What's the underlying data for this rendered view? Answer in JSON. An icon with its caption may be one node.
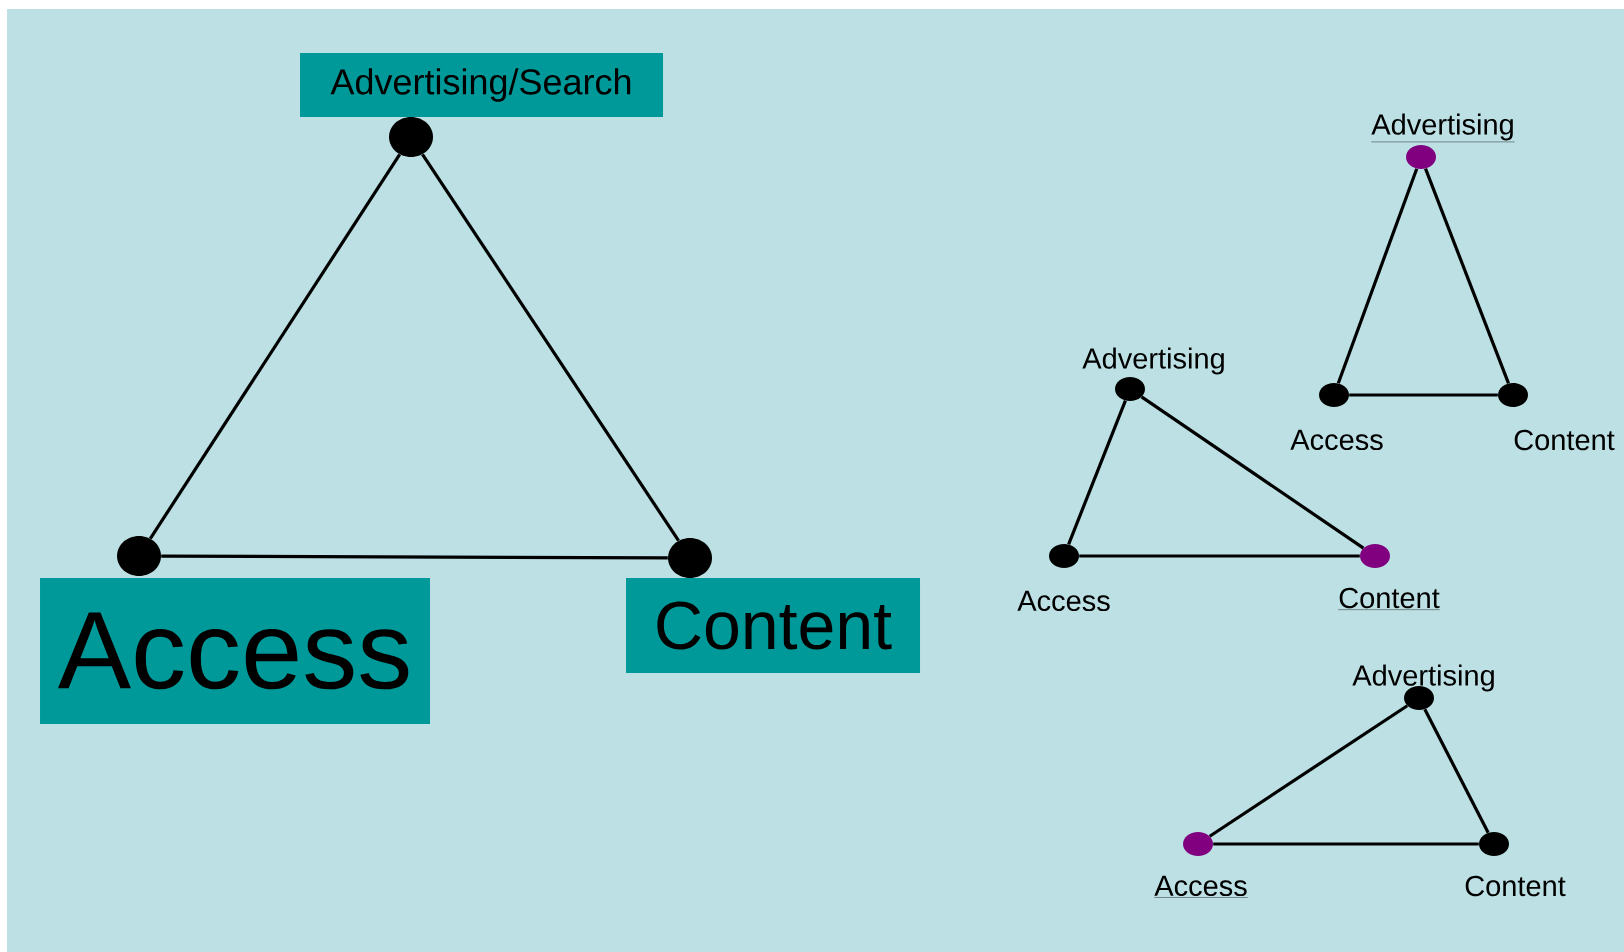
{
  "diagram": {
    "nodes": [
      {
        "text": [
          "Advertising/Search"
        ]
      },
      {
        "text": [],
        "shape": "circle"
      },
      {
        "text": [],
        "shape": "circle"
      },
      {
        "text": [],
        "shape": "circle"
      },
      {
        "text": [
          "Access"
        ]
      },
      {
        "text": [
          "Content"
        ]
      },
      {
        "text": [
          "Advertising"
        ]
      },
      {
        "text": [
          "Access"
        ]
      },
      {
        "text": [
          "Content"
        ]
      },
      {
        "text": [
          "Advertising"
        ]
      },
      {
        "text": [
          "Access"
        ]
      },
      {
        "text": [
          "Content"
        ]
      },
      {
        "text": [
          "Advertising"
        ]
      },
      {
        "text": [
          "Access"
        ]
      },
      {
        "text": [
          "Content"
        ]
      }
    ],
    "edges": [
      {
        "from": 1,
        "to": 2,
        "arrow": "none"
      },
      {
        "from": 1,
        "to": 3,
        "arrow": "none"
      },
      {
        "from": 2,
        "to": 3,
        "arrow": "none"
      },
      {
        "from": 6,
        "to": 7,
        "arrow": "none"
      },
      {
        "from": 6,
        "to": 8,
        "arrow": "none"
      },
      {
        "from": 7,
        "to": 8,
        "arrow": "none"
      },
      {
        "from": 9,
        "to": 10,
        "arrow": "none"
      },
      {
        "from": 9,
        "to": 11,
        "arrow": "none"
      },
      {
        "from": 10,
        "to": 11,
        "arrow": "none"
      },
      {
        "from": 12,
        "to": 13,
        "arrow": "none"
      },
      {
        "from": 12,
        "to": 14,
        "arrow": "none"
      },
      {
        "from": 13,
        "to": 14,
        "arrow": "none"
      }
    ]
  }
}
